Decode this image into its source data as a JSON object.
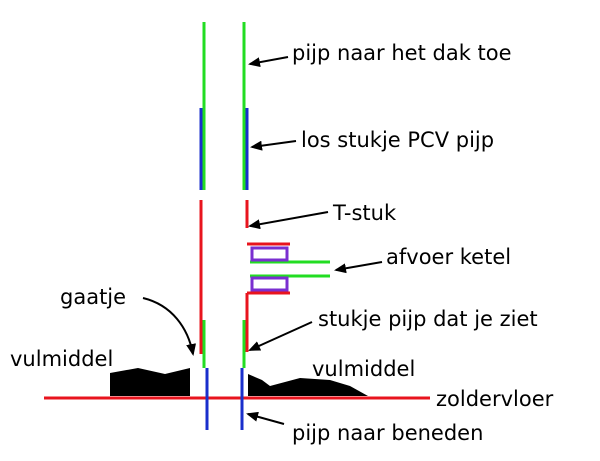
{
  "labels": {
    "pipe_to_roof": "pijp naar het dak toe",
    "loose_pvc": "los stukje PCV pijp",
    "t_piece": "T-stuk",
    "boiler_drain": "afvoer ketel",
    "small_hole": "gaatje",
    "filler_left": "vulmiddel",
    "visible_pipe": "stukje pijp dat je ziet",
    "filler_right": "vulmiddel",
    "attic_floor": "zoldervloer",
    "pipe_down": "pijp naar beneden"
  },
  "colors": {
    "green": "#22dd22",
    "blue": "#1a2fcc",
    "red": "#e8141e",
    "purple": "#7a2fd0",
    "black": "#000000"
  }
}
